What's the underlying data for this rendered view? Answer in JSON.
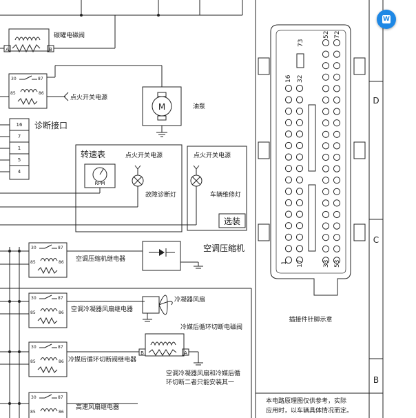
{
  "labels": {
    "canister_valve": "碳罐电磁阀",
    "ign_power": "点火开关电源",
    "fuel_pump": "油泵",
    "diag_port": "诊断接口",
    "tachometer": "转速表",
    "ign_power_2": "点火开关电源",
    "ign_power_3": "点火开关电源",
    "rpm": "RPM",
    "fault_lamp": "故障诊断灯",
    "service_lamp": "车辆维修灯",
    "optional": "选装",
    "ac_compressor": "空调压缩机",
    "ac_compressor_relay": "空调压缩机继电器",
    "condenser_fan": "冷凝器风扇",
    "condenser_fan_relay": "空调冷凝器风扇继电器",
    "refrigerant_valve": "冷媒后循环切断电磁阀",
    "refrigerant_relay": "冷媒后循环切断阀继电器",
    "note_line1": "空调冷凝器风扇和冷媒后循",
    "note_line2": "环切断二者只能安装其一",
    "high_fan_relay": "高速风扇继电器",
    "connector_caption": "插接件针脚示意",
    "disclaimer_line1": "本电路原理图仅供参考，实际",
    "disclaimer_line2": "应用时，以车辆具体情况而定。",
    "motor": "M",
    "conn_A": "A",
    "conn_B": "B",
    "relay_30": "30",
    "relay_87": "87",
    "relay_85": "85",
    "relay_86": "86",
    "pin_16": "16",
    "pin_32": "32",
    "pin_52": "52",
    "pin_72": "72",
    "pin_73": "73",
    "pin_1": "1",
    "pin_17": "17",
    "pin_33": "33",
    "pin_53": "53",
    "zone_D": "D",
    "zone_C": "C",
    "zone_B": "B",
    "badge": "W"
  },
  "diag_pins": [
    "16",
    "7",
    "1",
    "5",
    "4"
  ]
}
